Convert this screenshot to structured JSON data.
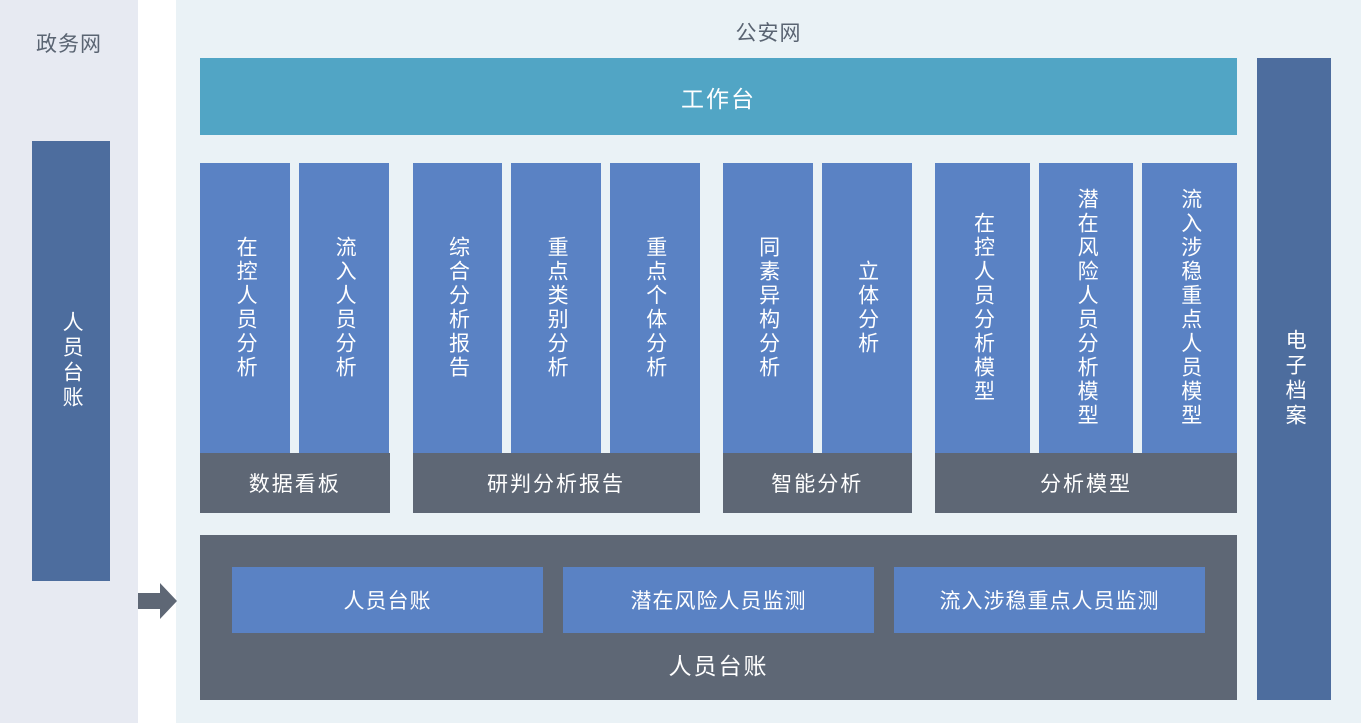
{
  "colors": {
    "zone_left_bg": "#e7eaf2",
    "zone_gap_bg": "#ffffff",
    "zone_right_bg": "#eaf2f6",
    "side_stack_blue": "#4d6d9e",
    "card_blue": "#5a82c4",
    "workbench_teal": "#51a5c5",
    "group_label_gray": "#5e6775",
    "title_text": "#5a6472",
    "on_color_text": "#ffffff"
  },
  "left_zone": {
    "title": "政务网",
    "stack": {
      "label": "人员台账"
    },
    "arrow": {
      "icon": "right-arrow-icon",
      "direction": "right"
    }
  },
  "right_zone": {
    "title": "公安网",
    "workbench": {
      "label": "工作台"
    },
    "archive_stack": {
      "label": "电子档案"
    },
    "groups": [
      {
        "label": "数据看板",
        "cards": [
          {
            "label": "在控人员分析"
          },
          {
            "label": "流入人员分析"
          }
        ]
      },
      {
        "label": "研判分析报告",
        "cards": [
          {
            "label": "综合分析报告"
          },
          {
            "label": "重点类别分析"
          },
          {
            "label": "重点个体分析"
          }
        ]
      },
      {
        "label": "智能分析",
        "cards": [
          {
            "label": "同素异构分析"
          },
          {
            "label": "立体分析"
          }
        ]
      },
      {
        "label": "分析模型",
        "cards": [
          {
            "label": "在控人员分析模型"
          },
          {
            "label": "潜在风险人员分析模型"
          },
          {
            "label": "流入涉稳重点人员模型"
          }
        ]
      }
    ],
    "bottom_panel": {
      "label": "人员台账",
      "buttons": [
        {
          "label": "人员台账"
        },
        {
          "label": "潜在风险人员监测"
        },
        {
          "label": "流入涉稳重点人员监测"
        }
      ]
    }
  }
}
